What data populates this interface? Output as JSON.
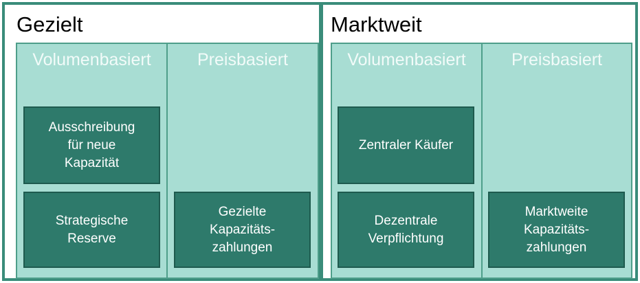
{
  "panels": {
    "gezielt": {
      "title": "Gezielt",
      "volumen": {
        "title": "Volumenbasiert",
        "box1": "Ausschreibung\nfür neue\nKapazität",
        "box2": "Strategische\nReserve"
      },
      "preis": {
        "title": "Preisbasiert",
        "box1": "Gezielte\nKapazitäts-\nzahlungen"
      }
    },
    "marktweit": {
      "title": "Marktweit",
      "volumen": {
        "title": "Volumenbasiert",
        "box1": "Zentraler  Käufer",
        "box2": "Dezentrale\nVerpflichtung"
      },
      "preis": {
        "title": "Preisbasiert",
        "box1": "Marktweite\nKapazitäts-\nzahlungen"
      }
    }
  },
  "colors": {
    "border": "#3a8c7a",
    "inner_fill": "#a8ddd3",
    "box_fill": "#2e7a6b",
    "column_title": "#f2fbf9"
  }
}
